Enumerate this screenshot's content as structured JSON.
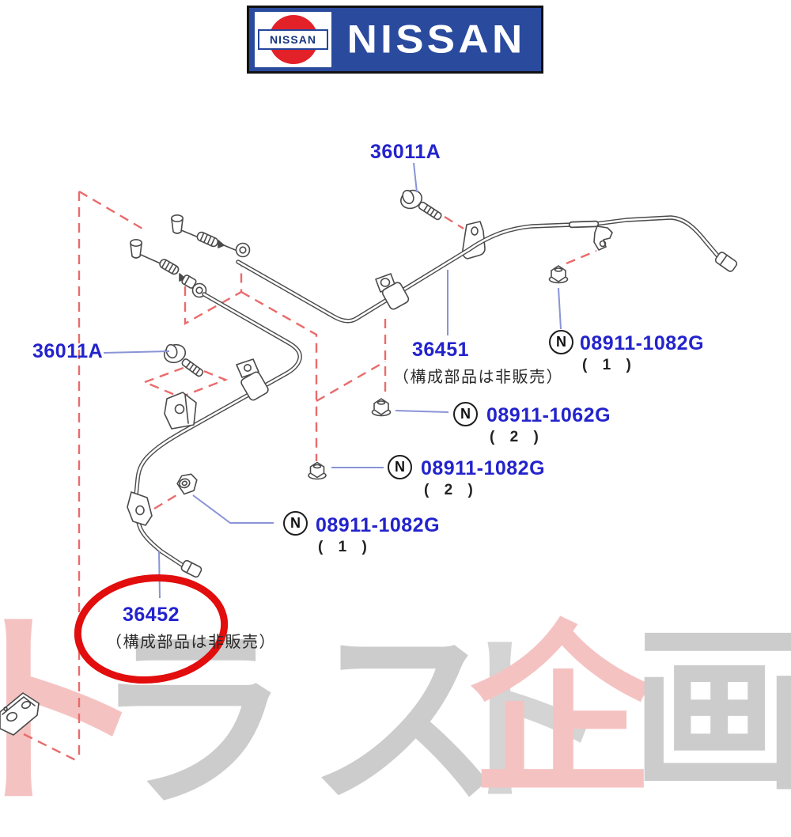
{
  "logo": {
    "emblem_small_text": "NISSAN",
    "brand_text": "NISSAN",
    "colors": {
      "blue": "#2a4a9e",
      "red": "#e32129"
    }
  },
  "labels": {
    "bolt_top_part_no": "36011A",
    "bolt_left_part_no": "36011A",
    "cable_right": {
      "part_no": "36451",
      "note": "（構成部品は非販売）"
    },
    "cable_left": {
      "part_no": "36452",
      "note": "（構成部品は非販売）"
    },
    "hardware": [
      {
        "marker": "N",
        "part_no": "08911-1082G",
        "qty": "( 1 )"
      },
      {
        "marker": "N",
        "part_no": "08911-1062G",
        "qty": "( 2 )"
      },
      {
        "marker": "N",
        "part_no": "08911-1082G",
        "qty": "( 2 )"
      },
      {
        "marker": "N",
        "part_no": "08911-1082G",
        "qty": "( 1 )"
      }
    ]
  },
  "watermark": {
    "text": "トラスト企画",
    "chars": [
      "ト",
      "ラ",
      "ス",
      "ト",
      "企",
      "画"
    ],
    "colors": [
      "#f5c2c2",
      "#cccccc",
      "#cccccc",
      "#d4d4d4",
      "#f5c2c2",
      "#cccccc"
    ]
  },
  "palette": {
    "part_label_blue": "#2323cd",
    "leader_blue": "#8a94d6",
    "dash_red": "#ea6b6b",
    "highlight_red": "#e20d0d",
    "line_gray": "#4a4a4a"
  }
}
